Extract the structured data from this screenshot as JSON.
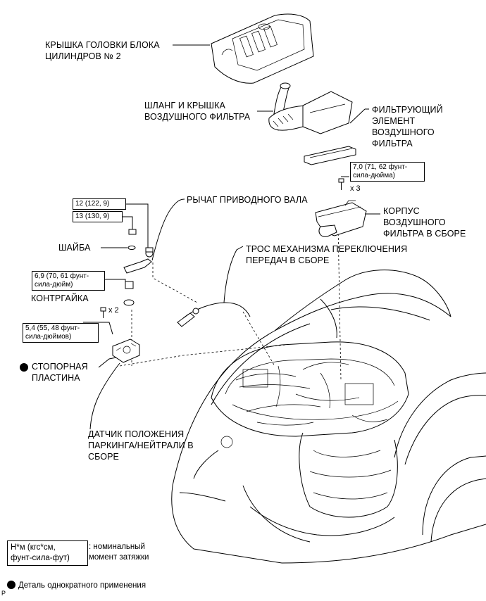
{
  "labels": {
    "cover": "КРЫШКА ГОЛОВКИ БЛОКА\nЦИЛИНДРОВ № 2",
    "hose": "ШЛАНГ И КРЫШКА\nВОЗДУШНОГО ФИЛЬТРА",
    "filter_element": "ФИЛЬТРУЮЩИЙ\nЭЛЕМЕНТ\nВОЗДУШНОГО\nФИЛЬТРА",
    "lever": "РЫЧАГ ПРИВОДНОГО ВАЛА",
    "housing": "КОРПУС\nВОЗДУШНОГО\nФИЛЬТРА В СБОРЕ",
    "washer": "ШАЙБА",
    "cable": "ТРОС МЕХАНИЗМА ПЕРЕКЛЮЧЕНИЯ\nПЕРЕДАЧ В СБОРЕ",
    "locknut": "КОНТРГАЙКА",
    "lock_plate": "СТОПОРНАЯ\nПЛАСТИНА",
    "sensor": "ДАТЧИК ПОЛОЖЕНИЯ\nПАРКИНГА/НЕЙТРАЛИ В\nСБОРЕ"
  },
  "torques": {
    "t_housing": "7,0 (71, 62 фунт-\nсила-дюйма)",
    "t_12": "12 (122, 9)",
    "t_13": "13 (130, 9)",
    "t_69": "6,9 (70, 61 фунт-\nсила-дюйм)",
    "t_54": "5,4 (55, 48 фунт-\nсила-дюймов)"
  },
  "multipliers": {
    "x3": "x 3",
    "x2": "x 2"
  },
  "legend": {
    "unit_box": "Н*м (кгс*см,\nфунт-сила-фут)",
    "unit_text": ": номинальный\nмомент затяжки",
    "single_use": "Деталь однократного применения"
  },
  "corner_mark": "P"
}
